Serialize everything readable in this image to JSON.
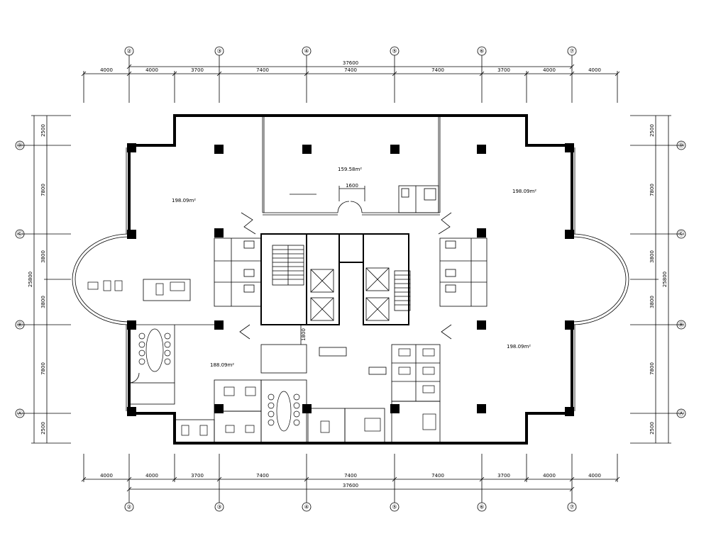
{
  "drawing": {
    "grid_axes": {
      "columns": [
        "②",
        "③",
        "④",
        "⑤",
        "⑥",
        "⑦"
      ],
      "rows": [
        "Ⓓ",
        "Ⓒ",
        "Ⓑ",
        "Ⓐ"
      ]
    },
    "horizontal_dimensions": {
      "overall": "37600",
      "segments": [
        "4000",
        "4000",
        "3700",
        "7400",
        "7400",
        "7400",
        "3700",
        "4000",
        "4000"
      ]
    },
    "vertical_dimensions": {
      "overall": "25800",
      "segments": [
        "2500",
        "7800",
        "3800",
        "3800",
        "7800",
        "2500"
      ]
    },
    "areas": {
      "top_left": "198.09m²",
      "top_center": "159.58m²",
      "top_right": "198.09m²",
      "bottom_right": "198.09m²",
      "office_center": "188.09m²"
    },
    "dims_inside": {
      "door_top": "1600",
      "door_core": "1800"
    }
  }
}
